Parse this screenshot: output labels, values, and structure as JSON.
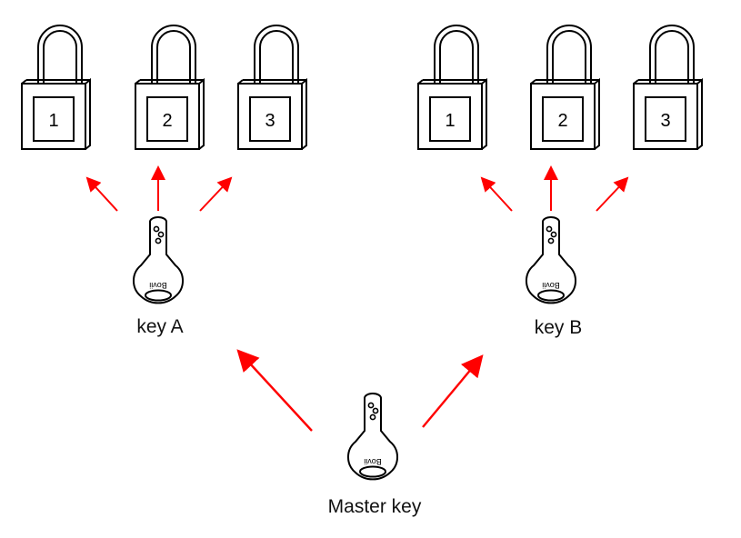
{
  "groups": [
    {
      "key_label": "key A",
      "locks": [
        "1",
        "2",
        "3"
      ]
    },
    {
      "key_label": "key B",
      "locks": [
        "1",
        "2",
        "3"
      ]
    }
  ],
  "master": {
    "key_label": "Master key"
  },
  "key_brand": "Bovii",
  "colors": {
    "arrow": "#ff0000",
    "line": "#000000",
    "background": "#ffffff"
  }
}
